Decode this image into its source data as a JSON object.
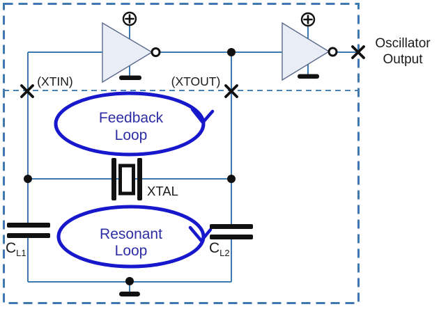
{
  "colors": {
    "boundary_blue": "#3E78B0",
    "wire_blue": "#3E78B0",
    "loop_blue": "#1717CC",
    "loop_text_blue": "#2D2DA6",
    "label_black": "#1A1A1A",
    "gate_fill": "#E9EEF6",
    "gate_stroke": "#5A6A8C"
  },
  "labels": {
    "xtin": "(XTIN)",
    "xtout": "(XTOUT)",
    "xtal": "XTAL",
    "cap1_base": "C",
    "cap1_sub": "L1",
    "cap2_base": "C",
    "cap2_sub": "L2",
    "feedback_line1": "Feedback",
    "feedback_line2": "Loop",
    "resonant_line1": "Resonant",
    "resonant_line2": "Loop",
    "output_line1": "Oscillator",
    "output_line2": "Output"
  }
}
